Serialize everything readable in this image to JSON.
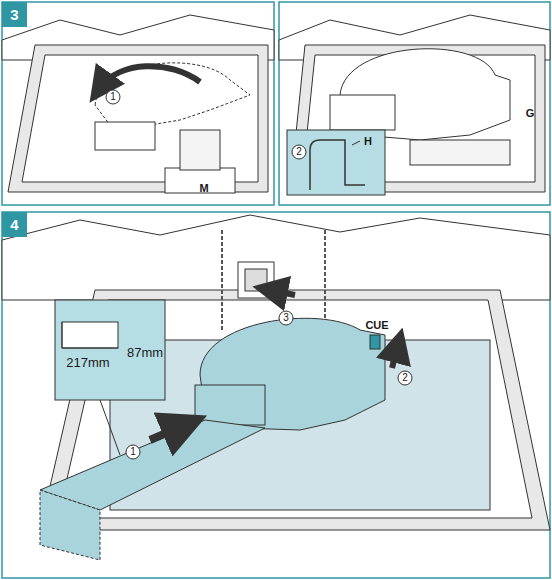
{
  "diagram": {
    "nodes": [
      {
        "text": [
          "3"
        ]
      },
      {
        "text": [
          "4"
        ]
      }
    ],
    "labels": [
      "1",
      "M",
      "G",
      "2",
      "H",
      "217mm",
      "87mm",
      "1",
      "2",
      "3",
      "CUE"
    ]
  }
}
